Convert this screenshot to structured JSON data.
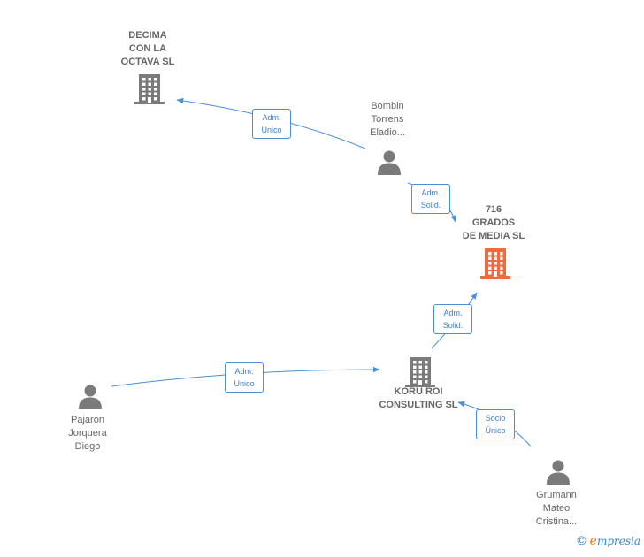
{
  "nodes": {
    "decima": {
      "label": "DECIMA\nCON LA\nOCTAVA  SL",
      "type": "company",
      "icon": "building-icon",
      "color": "#7a7a7a"
    },
    "bombin": {
      "label": "Bombin\nTorrens\nEladio...",
      "type": "person",
      "icon": "person-icon",
      "color": "#7a7a7a"
    },
    "grados": {
      "label": "716\nGRADOS\nDE MEDIA  SL",
      "type": "company",
      "icon": "building-icon",
      "color": "#f26a3c"
    },
    "koru": {
      "label": "KORU ROI\nCONSULTING SL",
      "type": "company",
      "icon": "building-icon",
      "color": "#7a7a7a"
    },
    "pajaron": {
      "label": "Pajaron\nJorquera\nDiego",
      "type": "person",
      "icon": "person-icon",
      "color": "#7a7a7a"
    },
    "grumann": {
      "label": "Grumann\nMateo\nCristina...",
      "type": "person",
      "icon": "person-icon",
      "color": "#7a7a7a"
    }
  },
  "edges": [
    {
      "id": "bombin-decima",
      "label": "Adm.\nUnico"
    },
    {
      "id": "bombin-grados",
      "label": "Adm.\nSolid."
    },
    {
      "id": "koru-grados",
      "label": "Adm.\nSolid."
    },
    {
      "id": "pajaron-koru",
      "label": "Adm.\nUnico"
    },
    {
      "id": "grumann-koru",
      "label": "Socio\nÚnico"
    }
  ],
  "colors": {
    "edge": "#4a8fd9",
    "label_text": "#666666"
  },
  "footer": {
    "copyright": "©",
    "brand_initial": "e",
    "brand_rest": "mpresia"
  }
}
